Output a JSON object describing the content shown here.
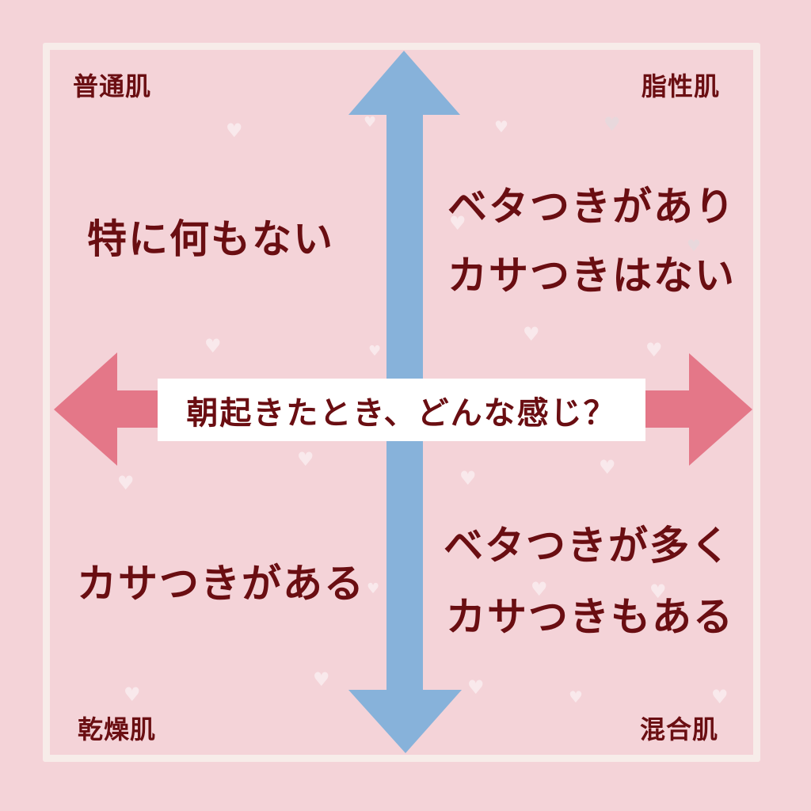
{
  "colors": {
    "background": "#f4d3d8",
    "frame": "#f7ece9",
    "vertical_arrow": "#87b2da",
    "horizontal_arrow": "#e47788",
    "text": "#6a0e12",
    "center_box": "#ffffff"
  },
  "corners": {
    "top_left": "普通肌",
    "top_right": "脂性肌",
    "bottom_left": "乾燥肌",
    "bottom_right": "混合肌"
  },
  "quadrants": {
    "top_left": {
      "line1": "特に何もない"
    },
    "top_right": {
      "line1": "ベタつきがあり",
      "line2": "カサつきはない"
    },
    "bottom_left": {
      "line1": "カサつきがある"
    },
    "bottom_right": {
      "line1": "ベタつきが多く",
      "line2": "カサつきもある"
    }
  },
  "center": {
    "question": "朝起きたとき、どんな感じ？"
  },
  "decor": {
    "heart_icon": "♥"
  }
}
